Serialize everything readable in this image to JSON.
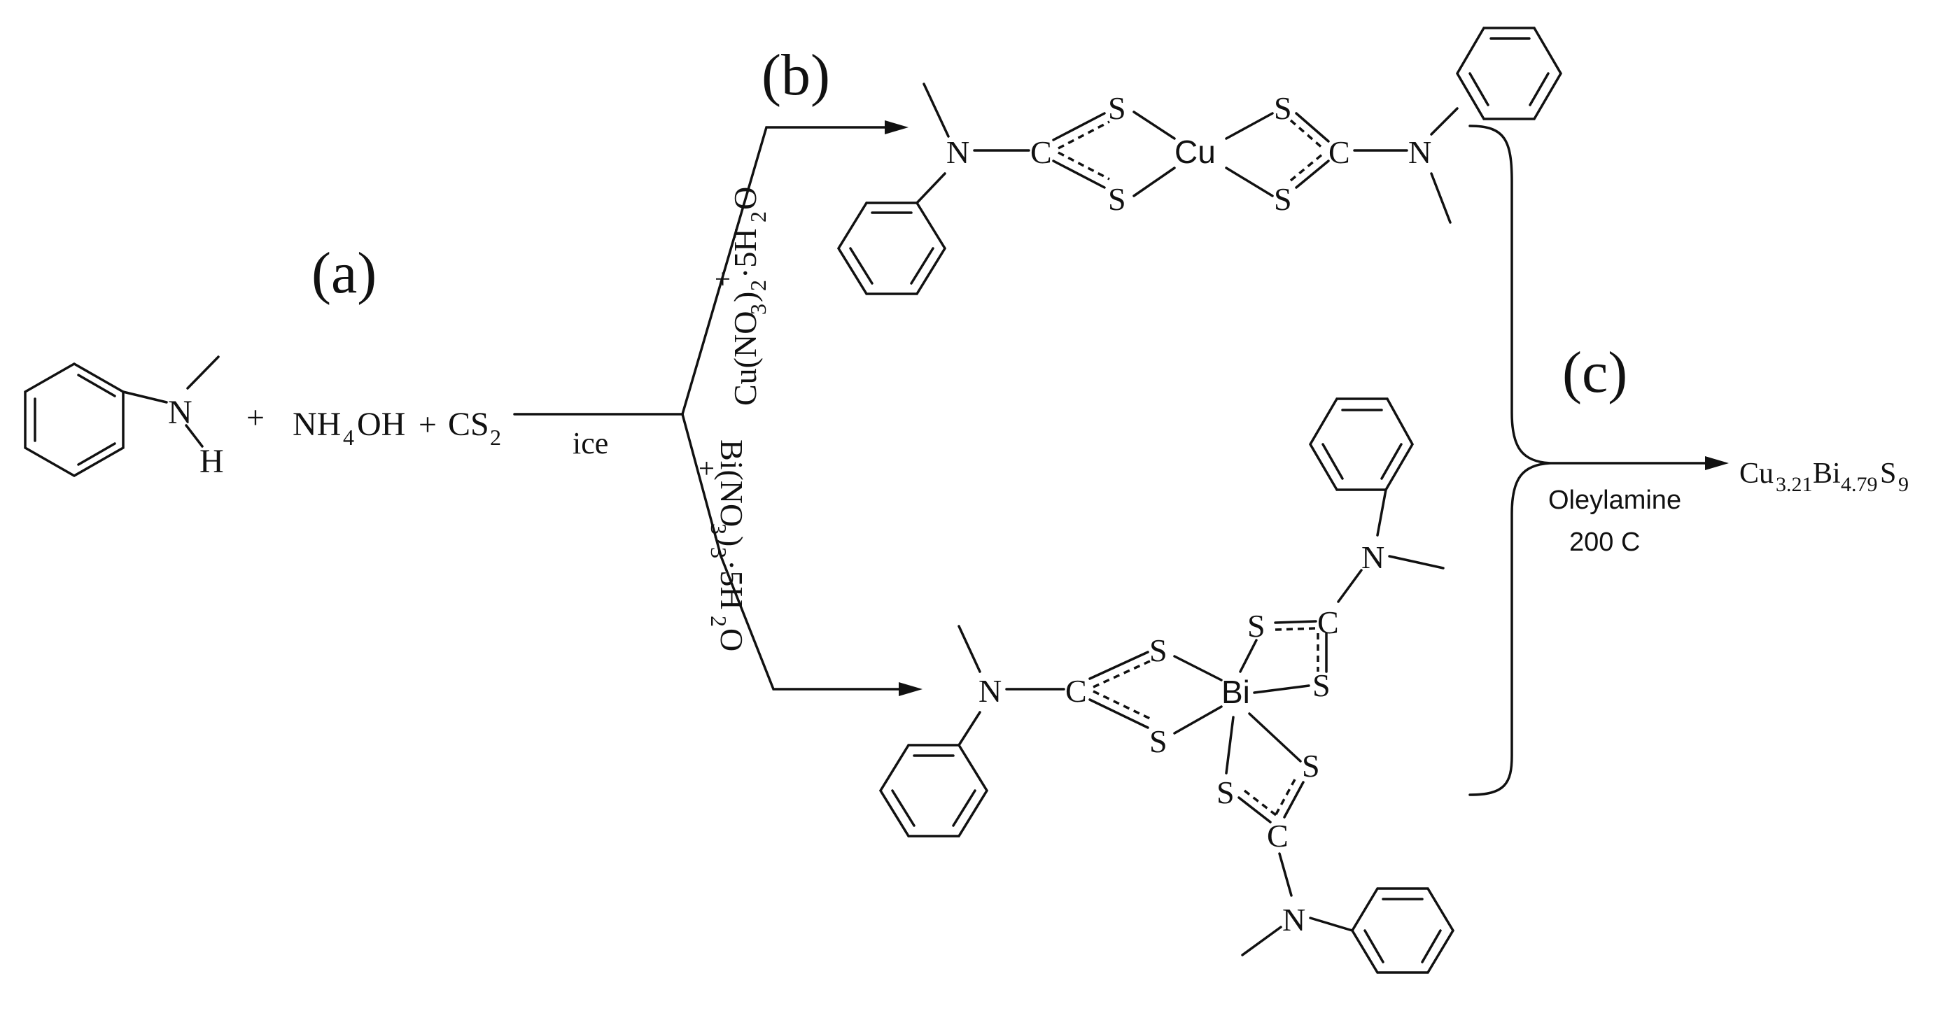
{
  "labels": {
    "step_a": "(a)",
    "step_b": "(b)",
    "step_c": "(c)",
    "plus_1": "+",
    "reagent_ammonia": "NH",
    "reagent_ammonia_sub": "4",
    "reagent_ammonia_tail": "OH",
    "plus_2": "+",
    "reagent_cs2": "CS",
    "reagent_cs2_sub": "2",
    "condition_ice": "ice",
    "amine_N": "N",
    "amine_H": "H",
    "branch_cu_plus": "+",
    "branch_cu_main": "Cu(NO",
    "branch_cu_sub3": "3",
    "branch_cu_mid": ")",
    "branch_cu_sub2": "2",
    "branch_cu_tail": "·5H",
    "branch_cu_subH": "2",
    "branch_cu_O": "O",
    "branch_bi_plus": "+",
    "branch_bi_main": "Bi(NO",
    "branch_bi_sub3": "3",
    "branch_bi_mid": ")",
    "branch_bi_sub3b": "3",
    "branch_bi_tail": "·5H",
    "branch_bi_subH": "2",
    "branch_bi_O": "O",
    "solvent": "Oleylamine",
    "temperature": "200 C",
    "product_cu": "Cu",
    "product_cu_sub": "3.21",
    "product_bi": "Bi",
    "product_bi_sub": "4.79",
    "product_s": "S",
    "product_s_sub": "9"
  },
  "atoms": {
    "N": "N",
    "C": "C",
    "S": "S",
    "Cu": "Cu",
    "Bi": "Bi"
  }
}
